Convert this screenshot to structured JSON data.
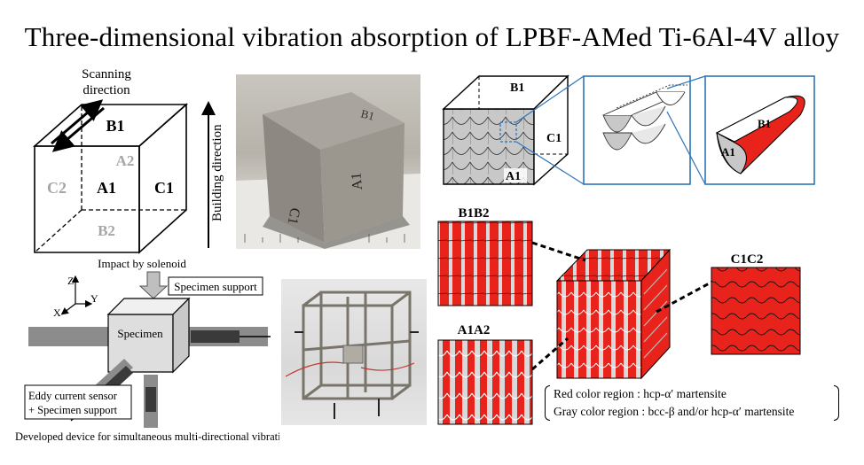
{
  "title": "Three-dimensional vibration absorption of LPBF-AMed Ti-6Al-4V alloy",
  "cube_diagram": {
    "scanning_label_line1": "Scanning",
    "scanning_label_line2": "direction",
    "building_label": "Building direction",
    "faces": {
      "b1": "B1",
      "a1": "A1",
      "c1": "C1",
      "c2": "C2",
      "a2": "A2",
      "b2": "B2"
    }
  },
  "device": {
    "impact_label": "Impact by solenoid",
    "support_label": "Specimen support",
    "specimen_label": "Specimen",
    "axis_z": "Z",
    "axis_x": "X",
    "axis_y": "Y",
    "eddy_line1": "Eddy current sensor",
    "eddy_line2": "+ Specimen support",
    "caption": "Developed device for simultaneous multi-directional vibration measurement"
  },
  "melt_pool_schematic": {
    "b1": "B1",
    "c1": "C1",
    "a1": "A1",
    "zoom_b1": "B1",
    "zoom_a1": "A1"
  },
  "sections": {
    "b1b2": "B1B2",
    "a1a2": "A1A2",
    "c1c2": "C1C2"
  },
  "legend": {
    "red_line": "Red color region : hcp-α′ martensite",
    "gray_line": "Gray color region : bcc-β and/or hcp-α′ martensite"
  },
  "colors": {
    "red": "#e8231c",
    "gray": "#c8c8c8",
    "dark_gray": "#9a9a9a",
    "blue_frame": "#2e75b6"
  }
}
